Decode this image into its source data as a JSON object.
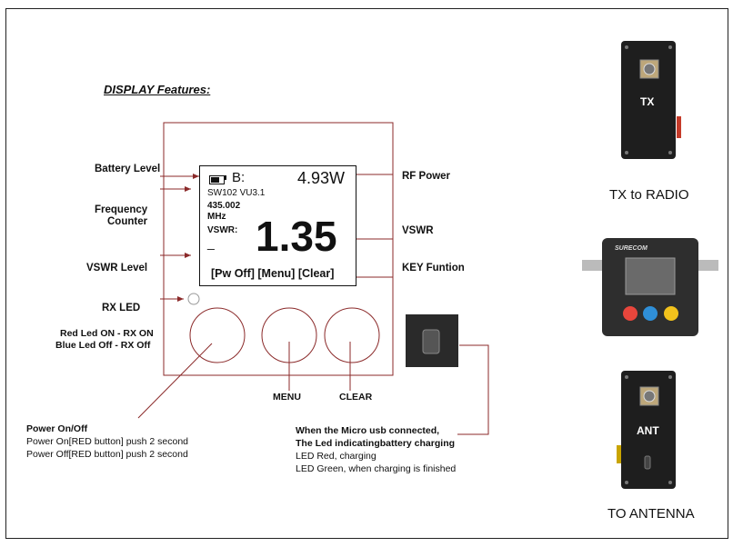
{
  "title": "DISPLAY Features:",
  "screen": {
    "battery_label": "B:",
    "power": "4.93W",
    "model": "SW102 VU3.1",
    "frequency": "435.002",
    "frequency_unit": "MHz",
    "vswr_label": "VSWR:",
    "vswr_value": "1.35",
    "level_bar": "_",
    "keys": "[Pw Off] [Menu] [Clear]"
  },
  "labels_left": {
    "battery_level": "Battery Level",
    "frequency_counter_1": "Frequency",
    "frequency_counter_2": "Counter",
    "vswr_level": "VSWR Level",
    "rx_led": "RX LED",
    "led_line1": "Red Led ON - RX ON",
    "led_line2": "Blue Led Off - RX Off"
  },
  "labels_right": {
    "rf_power": "RF Power",
    "vswr": "VSWR",
    "key_function": "KEY Funtion"
  },
  "buttons": {
    "menu": "MENU",
    "clear": "CLEAR"
  },
  "power_note": {
    "title": "Power On/Off",
    "line1": "Power On[RED button] push 2 second",
    "line2": "Power Off[RED button] push 2 second"
  },
  "usb_note": {
    "line1": "When the Micro usb connected,",
    "line2": "The Led indicatingbattery charging",
    "line3": "LED Red, charging",
    "line4": "LED Green, when charging is finished"
  },
  "photos": {
    "tx_connector": "TX",
    "tx_caption": "TX to RADIO",
    "ant_connector": "ANT",
    "ant_caption": "TO ANTENNA",
    "device_brand": "SURECOM"
  },
  "colors": {
    "wire": "#8b2a2a",
    "button_red": "#e8463c",
    "button_blue": "#2f8fd8",
    "button_yellow": "#f2c21c"
  }
}
